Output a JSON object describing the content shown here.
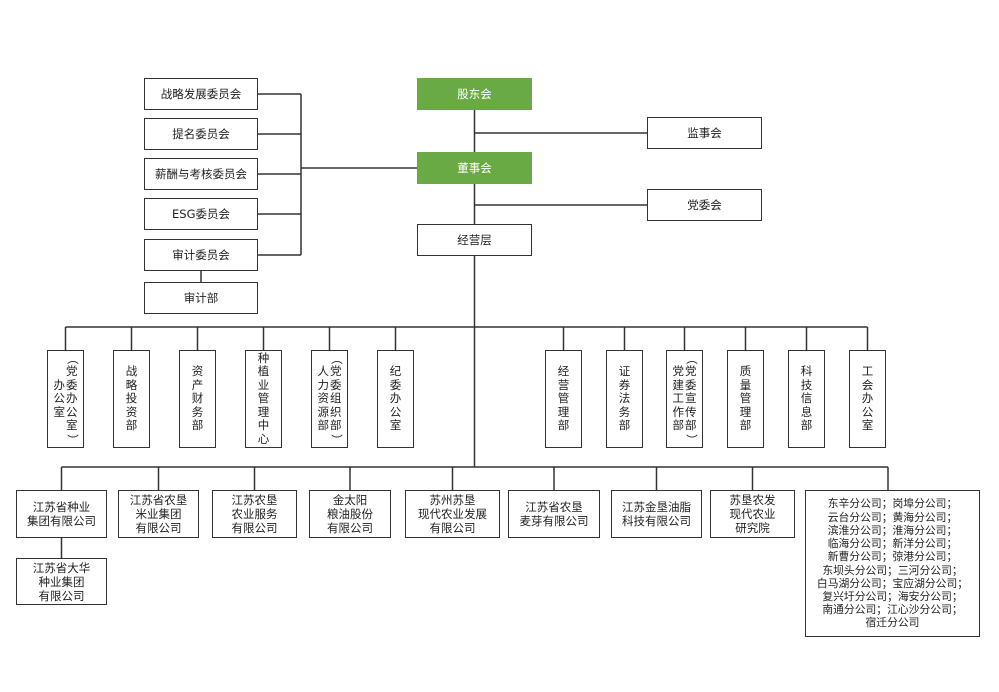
{
  "governance": {
    "shareholders": "股东会",
    "board": "董事会",
    "supervisory": "监事会",
    "party_committee": "党委会",
    "management": "经营层"
  },
  "committees": [
    {
      "label": "战略发展委员会"
    },
    {
      "label": "提名委员会"
    },
    {
      "label": "薪酬与考核委员会"
    },
    {
      "label": "ESG委员会"
    },
    {
      "label": "审计委员会"
    }
  ],
  "audit_dept": "审计部",
  "departments_left": [
    {
      "name": "办公室",
      "paren": "党委办公室"
    },
    {
      "name": "战略投资部",
      "paren": ""
    },
    {
      "name": "资产财务部",
      "paren": ""
    },
    {
      "name": "种植业管理中心",
      "paren": ""
    },
    {
      "name": "人力资源部",
      "paren": "党委组织部"
    },
    {
      "name": "纪委办公室",
      "paren": ""
    }
  ],
  "departments_right": [
    {
      "name": "经营管理部",
      "paren": ""
    },
    {
      "name": "证券法务部",
      "paren": ""
    },
    {
      "name": "党建工作部",
      "paren": "党委宣传部"
    },
    {
      "name": "质量管理部",
      "paren": ""
    },
    {
      "name": "科技信息部",
      "paren": ""
    },
    {
      "name": "工会办公室",
      "paren": ""
    }
  ],
  "subsidiaries": [
    {
      "label": "江苏省种业\n集团有限公司"
    },
    {
      "label": "江苏省农垦\n米业集团\n有限公司"
    },
    {
      "label": "江苏农垦\n农业服务\n有限公司"
    },
    {
      "label": "金太阳\n粮油股份\n有限公司"
    },
    {
      "label": "苏州苏垦\n现代农业发展\n有限公司"
    },
    {
      "label": "江苏省农垦\n麦芽有限公司"
    },
    {
      "label": "江苏金垦油脂\n科技有限公司"
    },
    {
      "label": "苏垦农发\n现代农业\n研究院"
    }
  ],
  "sub_subsidiary": "江苏省大华\n种业集团\n有限公司",
  "branches": "东辛分公司；岗埠分公司；\n云台分公司；黄海分公司；\n滨淮分公司；淮海分公司；\n临海分公司；新洋分公司；\n新曹分公司；弶港分公司；\n东坝头分公司；三河分公司；\n白马湖分公司；宝应湖分公司；\n复兴圩分公司；海安分公司；\n南通分公司；江心沙分公司；\n宿迁分公司",
  "colors": {
    "accent_green": "#6aaa45",
    "line": "#333333"
  }
}
